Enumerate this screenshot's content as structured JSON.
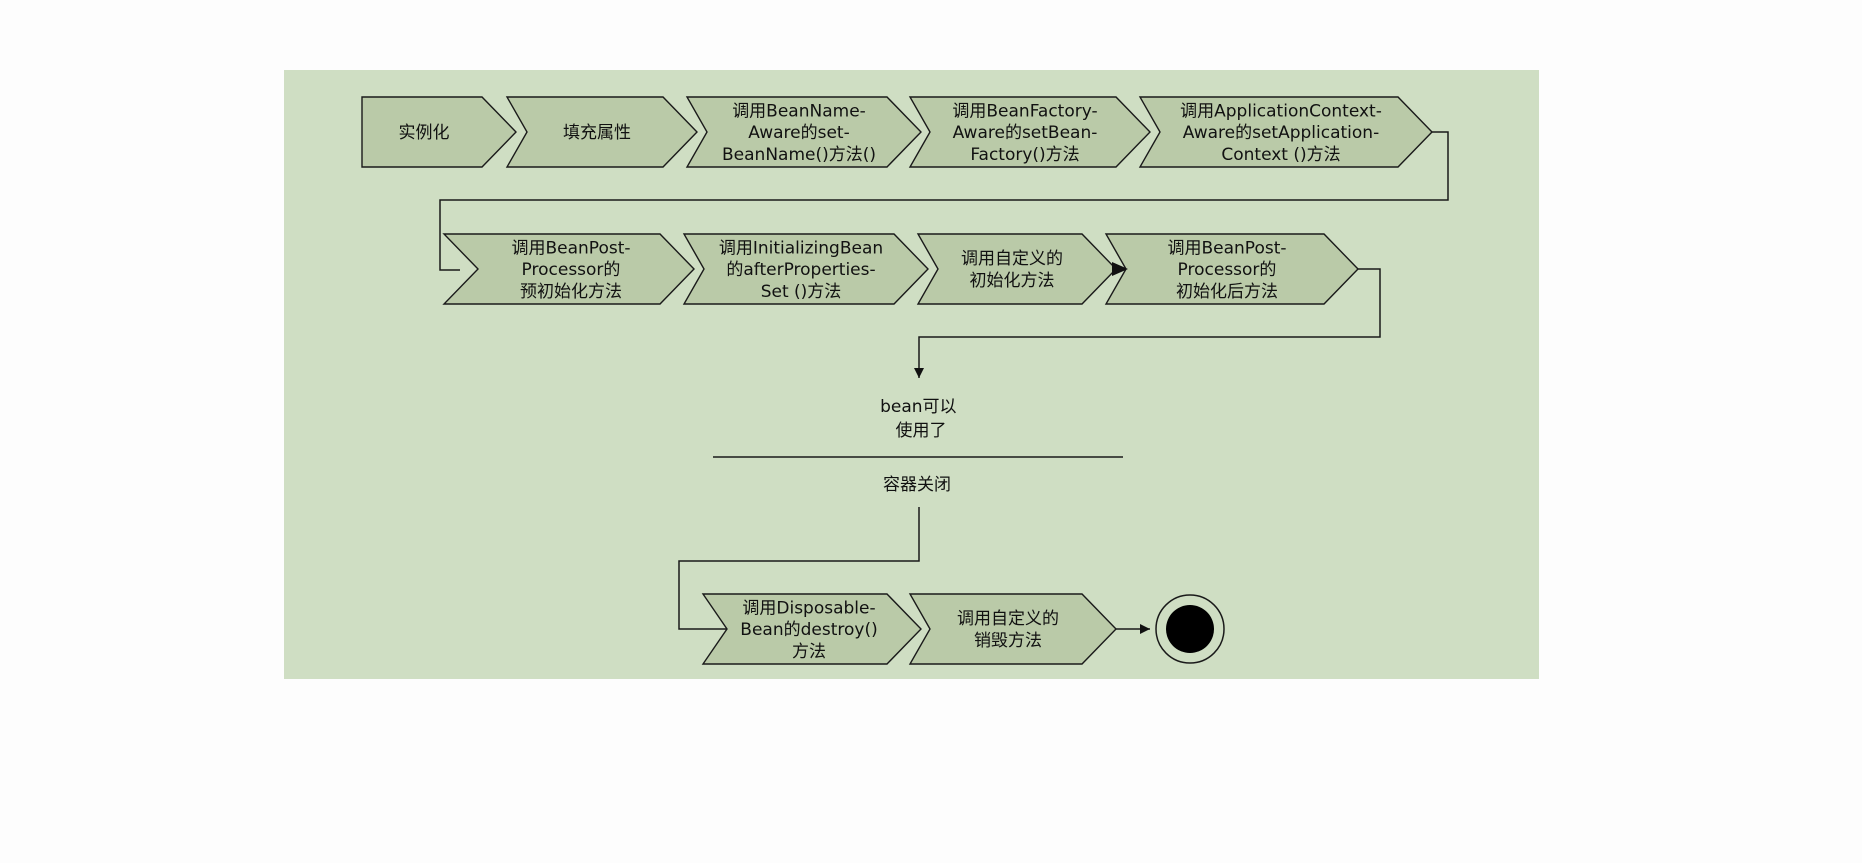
{
  "colors": {
    "panel": "#cfdec3",
    "shape": "#bacaa8",
    "stroke": "#1a1a1a",
    "terminator": "#000000"
  },
  "diagram": {
    "row1": [
      {
        "lines": [
          "实例化"
        ]
      },
      {
        "lines": [
          "填充属性"
        ]
      },
      {
        "lines": [
          "调用BeanName-",
          "Aware的set-",
          "BeanName()方法()"
        ]
      },
      {
        "lines": [
          "调用BeanFactory-",
          "Aware的setBean-",
          "Factory()方法"
        ]
      },
      {
        "lines": [
          "调用ApplicationContext-",
          "Aware的setApplication-",
          "Context ()方法"
        ]
      }
    ],
    "row2": [
      {
        "lines": [
          "调用BeanPost-",
          "Processor的",
          "预初始化方法"
        ]
      },
      {
        "lines": [
          "调用InitializingBean",
          "的afterProperties-",
          "Set ()方法"
        ]
      },
      {
        "lines": [
          "调用自定义的",
          "初始化方法"
        ]
      },
      {
        "lines": [
          "调用BeanPost-",
          "Processor的",
          "初始化后方法"
        ]
      }
    ],
    "ready": {
      "lines": [
        "bean可以",
        "使用了"
      ]
    },
    "shutdown": {
      "lines": [
        "容器关闭"
      ]
    },
    "row3": [
      {
        "lines": [
          "调用Disposable-",
          "Bean的destroy()",
          "方法"
        ]
      },
      {
        "lines": [
          "调用自定义的",
          "销毁方法"
        ]
      }
    ],
    "terminator": "final-state"
  }
}
